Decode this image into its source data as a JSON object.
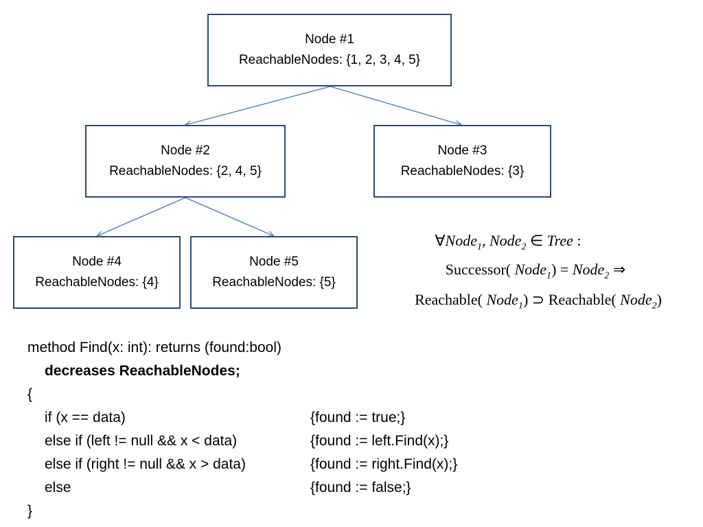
{
  "tree": {
    "nodes": [
      {
        "id": "1",
        "title": "Node #1",
        "reachable": "ReachableNodes: {1, 2, 3, 4, 5}"
      },
      {
        "id": "2",
        "title": "Node #2",
        "reachable": "ReachableNodes: {2, 4, 5}"
      },
      {
        "id": "3",
        "title": "Node #3",
        "reachable": "ReachableNodes: {3}"
      },
      {
        "id": "4",
        "title": "Node #4",
        "reachable": "ReachableNodes: {4}"
      },
      {
        "id": "5",
        "title": "Node #5",
        "reachable": "ReachableNodes: {5}"
      }
    ],
    "edges": [
      {
        "from": "1",
        "to": "2"
      },
      {
        "from": "1",
        "to": "3"
      },
      {
        "from": "2",
        "to": "4"
      },
      {
        "from": "2",
        "to": "5"
      }
    ],
    "box_border_color": "#2c4a73",
    "edge_color": "#4a7ab5"
  },
  "formula": {
    "forall": "∀",
    "node1": "Node",
    "node2": "Node",
    "sub1": "1",
    "sub2": "2",
    "in": "∈",
    "tree": "Tree",
    "colon": ":",
    "successor": "Successor(",
    "eq": "=",
    "implies": "⇒",
    "reachable": "Reachable(",
    "supset": "⊃",
    "close": ")",
    "comma": ","
  },
  "code": {
    "signature": "method Find(x: int): returns (found:bool)",
    "decreases": "decreases ReachableNodes;",
    "open_brace": "{",
    "lines": [
      {
        "cond": "if (x == data)",
        "action": "{found := true;}"
      },
      {
        "cond": "else if (left != null && x < data)",
        "action": "{found := left.Find(x);}"
      },
      {
        "cond": "else if (right != null && x > data)",
        "action": "{found := right.Find(x);}"
      },
      {
        "cond": "else",
        "action": "{found := false;}"
      }
    ],
    "close_brace": "}"
  }
}
